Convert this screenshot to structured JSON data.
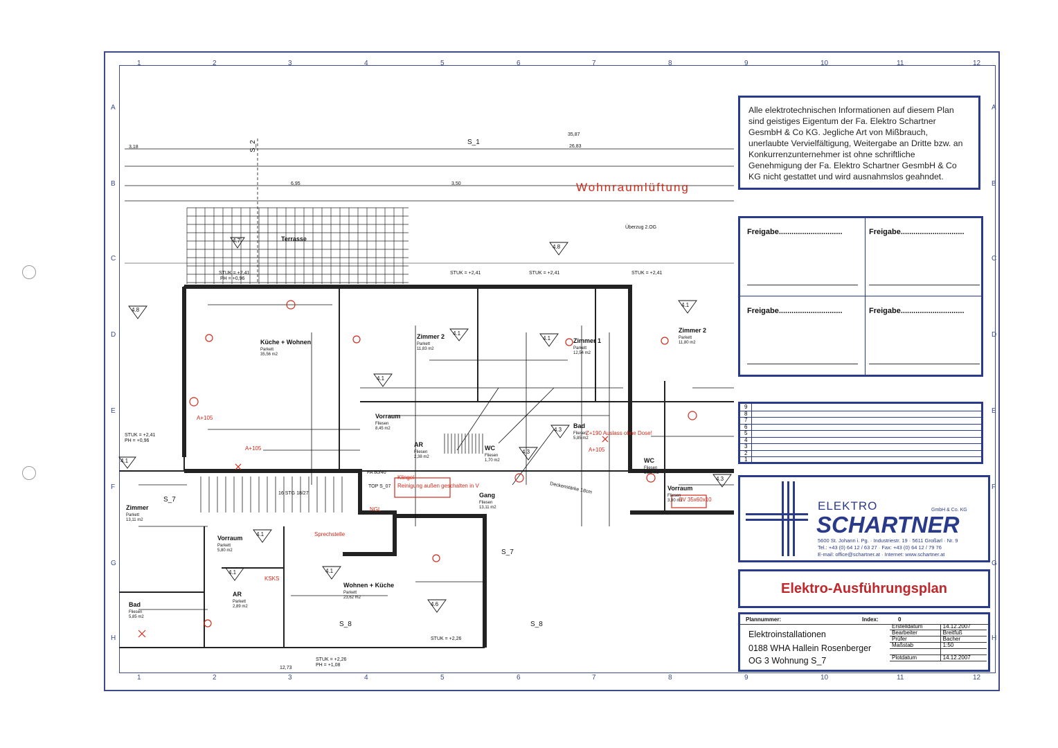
{
  "grid": {
    "columns": [
      "1",
      "2",
      "3",
      "4",
      "5",
      "6",
      "7",
      "8",
      "9",
      "10",
      "11",
      "12"
    ],
    "rows": [
      "A",
      "B",
      "C",
      "D",
      "E",
      "F",
      "G",
      "H"
    ]
  },
  "notice": {
    "text": "Alle elektrotechnischen Informationen auf diesem Plan sind geistiges Eigentum der Fa. Elektro Schartner GesmbH & Co KG. Jegliche Art von Mißbrauch, unerlaubte Vervielfältigung, Weitergabe an Dritte bzw. an Konkurrenzunternehmer ist ohne schriftliche Genehmigung der Fa. Elektro Schartner GesmbH & Co KG nicht gestattet und wird ausnahmslos geahndet."
  },
  "freigabe": {
    "labels": [
      "Freigabe..............................",
      "Freigabe..............................",
      "Freigabe..............................",
      "Freigabe.............................."
    ]
  },
  "revisions": [
    "9",
    "8",
    "7",
    "6",
    "5",
    "4",
    "3",
    "2",
    "1"
  ],
  "logo": {
    "elektro": "ELEKTRO",
    "schartner": "SCHARTNER",
    "gmbh": "GmbH & Co. KG",
    "address": "5600 St. Johann i. Pg. · Industriestr. 19 · 5611 Großarl · Nr. 9",
    "phone": "Tel.: +43 (0) 64 12 / 63 27 · Fax: +43 (0) 64 12 / 79 76",
    "web": "E-mail: office@schartner.at · Internet: www.schartner.at"
  },
  "title": "Elektro-Ausführungsplan",
  "info": {
    "plannummer_label": "Plannummer:",
    "index_label": "Index:",
    "index_value": "0",
    "line1": "Elektroinstallationen",
    "line2": "0188 WHA Hallein Rosenberger",
    "line3": "OG 3 Wohnung S_7",
    "meta": [
      {
        "k": "Erstelldatum",
        "v": "14.12.2007"
      },
      {
        "k": "Bearbeiter",
        "v": "Breitfuß"
      },
      {
        "k": "Prüfer",
        "v": "Bacher"
      },
      {
        "k": "Maßstab",
        "v": "1:50"
      },
      {
        "k": "",
        "v": ""
      },
      {
        "k": "Plotdatum",
        "v": "14.12.2007"
      }
    ]
  },
  "plan": {
    "rooms": [
      {
        "name": "Küche + Wohnen",
        "sub": "Parkett",
        "area": "35,56 m2"
      },
      {
        "name": "Zimmer 2",
        "sub": "Parkett",
        "area": "11,83 m2"
      },
      {
        "name": "Zimmer 1",
        "sub": "Parkett",
        "area": "12,54 m2"
      },
      {
        "name": "Zimmer 2",
        "sub": "Parkett",
        "area": "11,80 m2"
      },
      {
        "name": "Vorraum",
        "sub": "Fliesen",
        "area": "8,45 m2"
      },
      {
        "name": "Bad",
        "sub": "Fliesen",
        "area": "5,85 m2"
      },
      {
        "name": "WC",
        "sub": "Fliesen",
        "area": "1,70 m2"
      },
      {
        "name": "AR",
        "sub": "Fliesen",
        "area": "2,38 m2"
      },
      {
        "name": "Gang",
        "sub": "Fliesen",
        "area": "13,11 m2"
      },
      {
        "name": "Zimmer",
        "sub": "Parkett",
        "area": "13,11 m2"
      },
      {
        "name": "Vorraum",
        "sub": "Parkett",
        "area": "5,80 m2"
      },
      {
        "name": "AR",
        "sub": "Parkett",
        "area": "2,89 m2"
      },
      {
        "name": "Wohnen + Küche",
        "sub": "Parkett",
        "area": "23,62 m2"
      },
      {
        "name": "Bad",
        "sub": "Fliesen",
        "area": "5,85 m2"
      },
      {
        "name": "Vorraum",
        "sub": "Fliesen",
        "area": "3,80 m2"
      },
      {
        "name": "WC",
        "sub": "Fliesen",
        "area": "1,85 m2"
      },
      {
        "name": "Terrasse",
        "sub": "",
        "area": ""
      }
    ],
    "labels": {
      "s1": "S_1",
      "s2": "S_2",
      "s7": "S_7",
      "s8": "S_8",
      "top": "TOP S_07",
      "wohnraum": "Wohnraumlüftung",
      "stuk1": "STUK = +2,41",
      "ph1": "PH = +0,96",
      "stuk2": "STUK = +2,26",
      "ph2": "PH = +1,08",
      "dim_total": "35,87",
      "dim_sub": "26,83",
      "dim_a": "3,18",
      "dim_b": "6,95",
      "dim_c": "3,50",
      "dim_d": "12,73",
      "stg": "16 STG 18/27",
      "fa": "FA 80/40",
      "decke": "Deckenstärke 18cm",
      "uberzug": "Überzug 2.OG"
    },
    "annotations": [
      "A+105",
      "A+105",
      "Reinigung außen geschalten in V",
      "Klingel",
      "Sprechstelle",
      "KSKS",
      "NGL",
      "Z+190 Auslass ohne Dose!",
      "A+105",
      "SV 35x60x10"
    ]
  }
}
